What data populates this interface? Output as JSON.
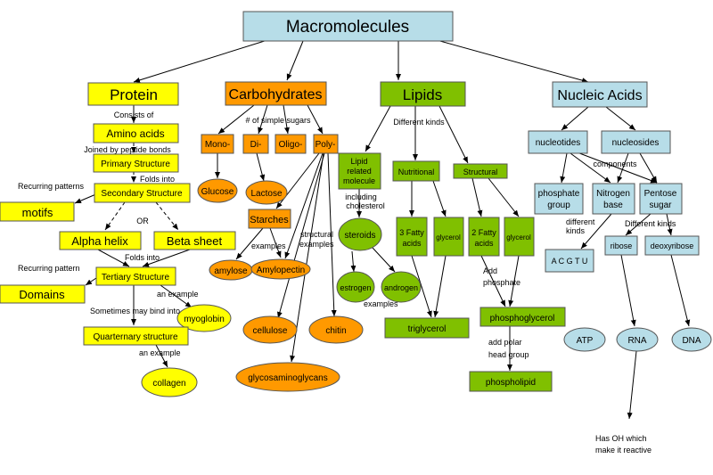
{
  "colors": {
    "root": "#b7dde8",
    "protein": "#ffff00",
    "carb": "#ff9900",
    "lipid": "#80c000",
    "nucleic": "#b7dde8",
    "border": "#555555"
  },
  "nodes": {
    "macromolecules": "Macromolecules",
    "protein": "Protein",
    "carbohydrates": "Carbohydrates",
    "lipids": "Lipids",
    "nucleic_acids": "Nucleic Acids",
    "amino_acids": "Amino acids",
    "primary_structure": "Primary Structure",
    "secondary_structure": "Secondary Structure",
    "motifs": "motifs",
    "alpha_helix": "Alpha helix",
    "beta_sheet": "Beta sheet",
    "tertiary_structure": "Tertiary Structure",
    "domains": "Domains",
    "myoglobin": "myoglobin",
    "quaternary_structure": "Quarternary structure",
    "collagen": "collagen",
    "mono": "Mono-",
    "di": "Di-",
    "oligo": "Oligo-",
    "poly": "Poly-",
    "glucose": "Glucose",
    "lactose": "Lactose",
    "starches": "Starches",
    "amylose": "amylose",
    "amylopectin": "Amylopectin",
    "cellulose": "cellulose",
    "chitin": "chitin",
    "glycosaminoglycans": "glycosaminoglycans",
    "lipid_related_1": "Lipid",
    "lipid_related_2": "related",
    "lipid_related_3": "molecule",
    "nutritional": "Nutritional",
    "structural": "Structural",
    "steroids": "steroids",
    "estrogen": "estrogen",
    "androgen": "androgen",
    "three_fatty_1": "3 Fatty",
    "three_fatty_2": "acids",
    "glycerol_a": "glycerol",
    "two_fatty_1": "2 Fatty",
    "two_fatty_2": "acids",
    "glycerol_b": "glycerol",
    "triglycerol": "triglycerol",
    "phosphoglycerol": "phosphoglycerol",
    "phospholipid": "phospholipid",
    "nucleotides": "nucleotides",
    "nucleosides": "nucleosides",
    "phosphate_group_1": "phosphate",
    "phosphate_group_2": "group",
    "nitrogen_base_1": "Nitrogen",
    "nitrogen_base_2": "base",
    "pentose_sugar_1": "Pentose",
    "pentose_sugar_2": "sugar",
    "acgtu": "A C G T U",
    "ribose": "ribose",
    "deoxyribose": "deoxyribose",
    "atp": "ATP",
    "rna": "RNA",
    "dna": "DNA"
  },
  "labels": {
    "consists_of": "Consists of",
    "joined_by": "Joined by peptide bonds",
    "recurring_patterns_1": "Recurring patterns",
    "folds_into_1": "Folds into",
    "or": "OR",
    "folds_into_2": "Folds into",
    "recurring_pattern_2": "Recurring pattern",
    "an_example_1": "an example",
    "sometimes_bind": "Sometimes may bind into",
    "an_example_2": "an example",
    "simple_sugars": "# of simple sugars",
    "examples_starch": "examples",
    "structural_examples_1": "structural",
    "structural_examples_2": "examples",
    "different_kinds_lipids": "Different kinds",
    "including_1": "including",
    "including_2": "cholesterol",
    "examples_steroids": "examples",
    "add_phosphate_1": "Add",
    "add_phosphate_2": "phosphate",
    "add_polar_1": "add polar",
    "add_polar_2": "head group",
    "components": "components",
    "different_kinds_base_1": "different",
    "different_kinds_base_2": "kinds",
    "different_kinds_sugar": "Different kinds",
    "has_oh_1": "Has OH which",
    "has_oh_2": "make it reactive"
  }
}
